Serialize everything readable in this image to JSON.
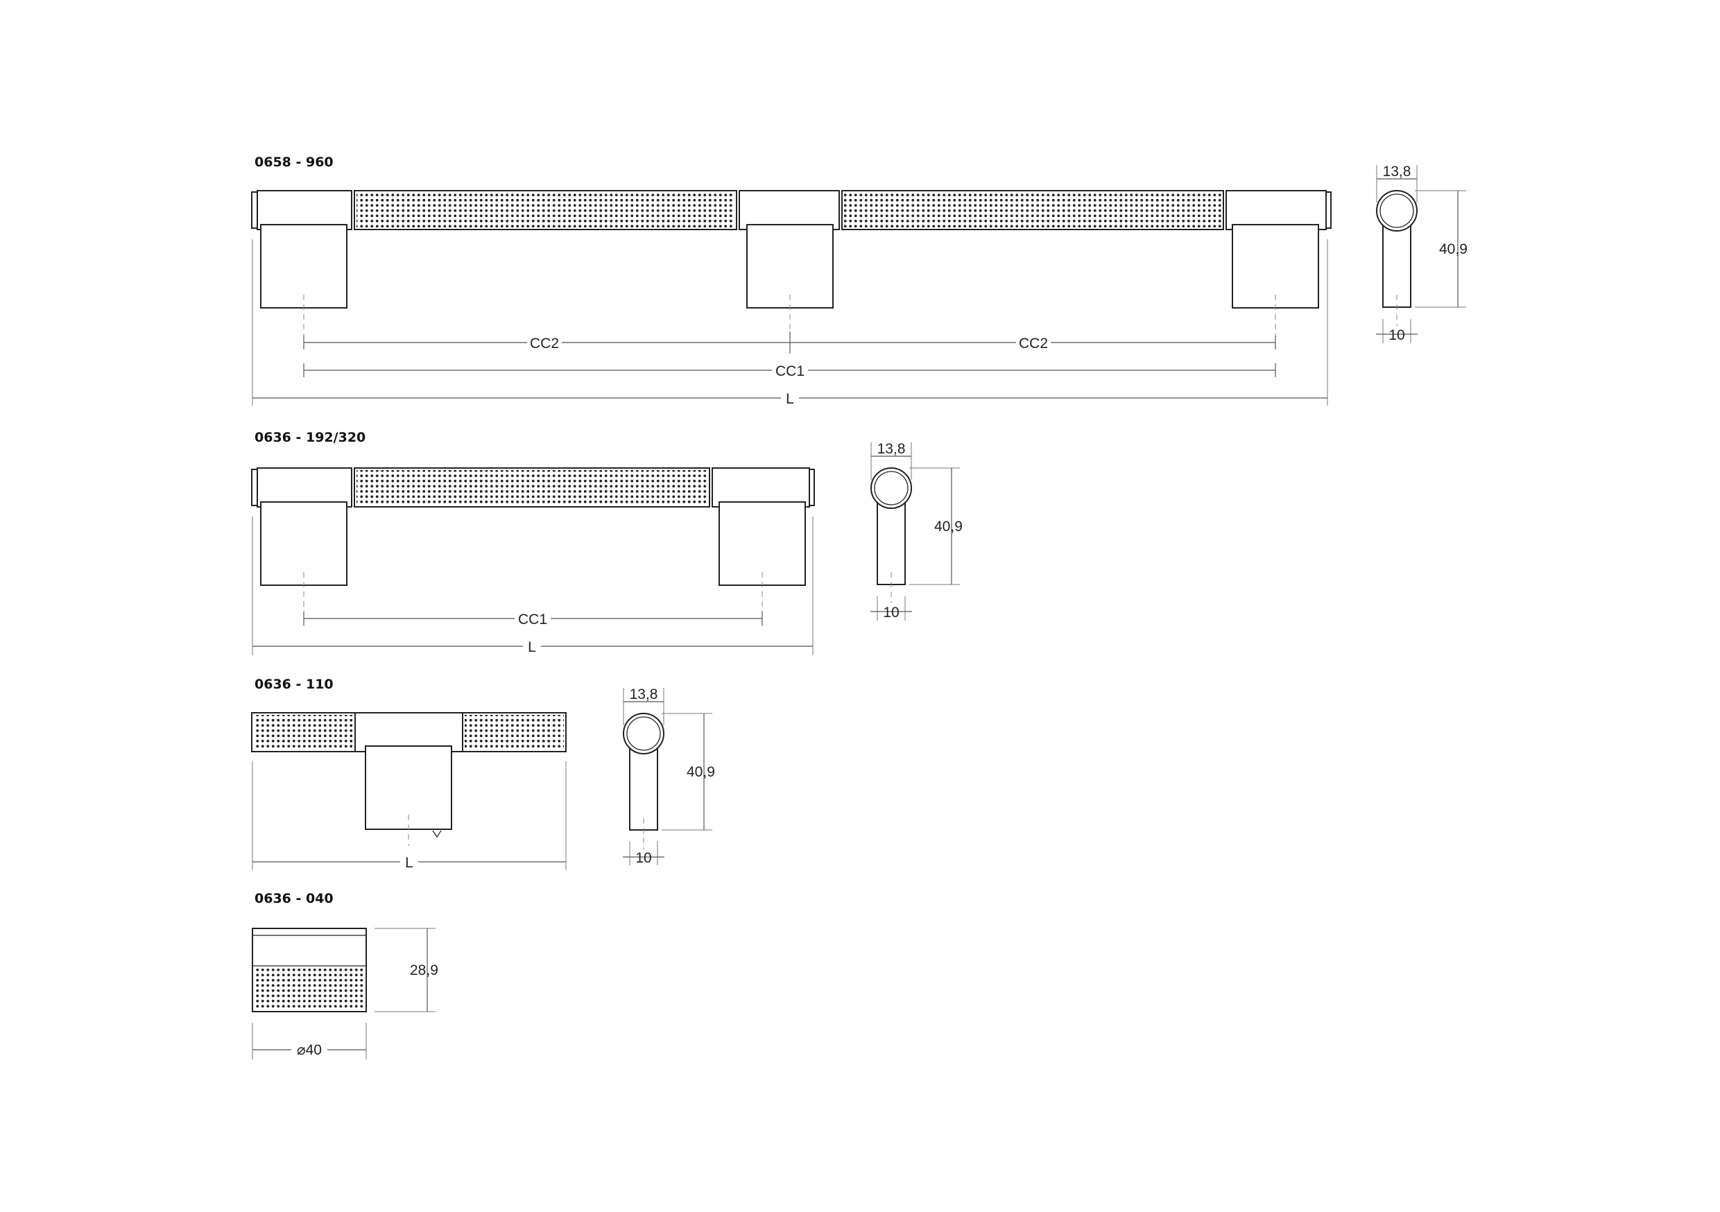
{
  "drawing": {
    "line_color": "#222222",
    "knurl_texture": "dot-knurl-pattern",
    "products": [
      {
        "id": "0658",
        "title": "0658 - 960",
        "dimension_labels": [
          "CC2",
          "CC2",
          "CC1",
          "L"
        ],
        "side_view": {
          "top_width": "13,8",
          "height": "40,9",
          "bottom_width": "10"
        }
      },
      {
        "id": "0636a",
        "title": "0636 - 192/320",
        "dimension_labels": [
          "CC1",
          "L"
        ],
        "side_view": {
          "top_width": "13,8",
          "height": "40,9",
          "bottom_width": "10"
        }
      },
      {
        "id": "0636b",
        "title": "0636 - 110",
        "dimension_labels": [
          "L"
        ],
        "side_view": {
          "top_width": "13,8",
          "height": "40,9",
          "bottom_width": "10"
        }
      },
      {
        "id": "0636c",
        "title": "0636 - 040",
        "dimension_labels": [
          "⌀40"
        ],
        "side_view": {
          "height": "28,9"
        }
      }
    ]
  }
}
